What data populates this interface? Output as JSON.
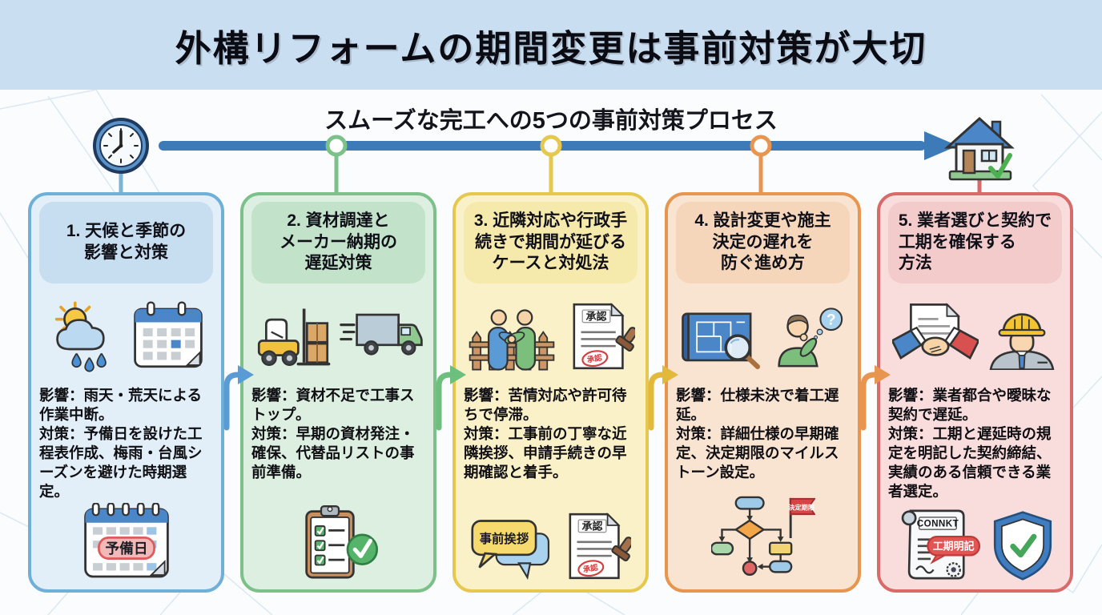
{
  "header": {
    "title": "外構リフォームの期間変更は事前対策が大切"
  },
  "process": {
    "subtitle": "スムーズな完工への5つの事前対策プロセス",
    "step_count": 5,
    "start_icon": "clock-icon",
    "end_icon": "house-complete-icon"
  },
  "colors": {
    "header_band": "#c9def0",
    "timeline_arrow": "#3d7ab8",
    "step_accents": [
      "#6fb0d8",
      "#7cc08a",
      "#e6c84e",
      "#e8954f",
      "#d96a6a"
    ]
  },
  "cards": [
    {
      "title": "1. 天候と季節の\n影響と対策",
      "impact": "影響：雨天・荒天による作業中断。",
      "measure": "対策：予備日を設けた工程表作成、梅雨・台風シーズンを避けた時期選定。",
      "icons": [
        "sun-rain-cloud-icon",
        "calendar-icon",
        "reserve-day-calendar-icon"
      ],
      "badge": "予備日"
    },
    {
      "title": "2. 資材調達と\nメーカー納期の\n遅延対策",
      "impact": "影響：資材不足で工事ストップ。",
      "measure": "対策：早期の資材発注・確保、代替品リストの事前準備。",
      "icons": [
        "forklift-icon",
        "delivery-truck-icon",
        "checklist-complete-icon"
      ]
    },
    {
      "title": "3. 近隣対応や行政手\n続きで期間が延びる\nケースと対処法",
      "impact": "影響：苦情対応や許可待ちで停滞。",
      "measure": "対策：工事前の丁寧な近隣挨拶、申請手続きの早期確認と着手。",
      "icons": [
        "neighbors-handshake-icon",
        "approval-stamp-document-icon",
        "greeting-bubbles-icon"
      ],
      "approval_label": "承認",
      "bubble_label": "事前挨拶"
    },
    {
      "title": "4. 設計変更や施主\n決定の遅れを\n防ぐ進め方",
      "impact": "影響：仕様未決で着工遅延。",
      "measure": "対策：詳細仕様の早期確定、決定期限のマイルストーン設定。",
      "icons": [
        "blueprint-magnifier-icon",
        "thinking-person-icon",
        "decision-flowchart-icon"
      ],
      "question_mark": "?",
      "flag_label": "決定期限"
    },
    {
      "title": "5. 業者選びと契約で\n工期を確保する\n方法",
      "impact": "影響：業者都合や曖昧な契約で遅延。",
      "measure": "対策：工期と遅延時の規定を明記した契約締結、実績のある信頼できる業者選定。",
      "icons": [
        "contract-handshake-icon",
        "construction-worker-icon",
        "contract-scroll-icon",
        "shield-check-icon"
      ],
      "contract_title": "CONNKT",
      "contract_badge": "工期明記"
    }
  ]
}
